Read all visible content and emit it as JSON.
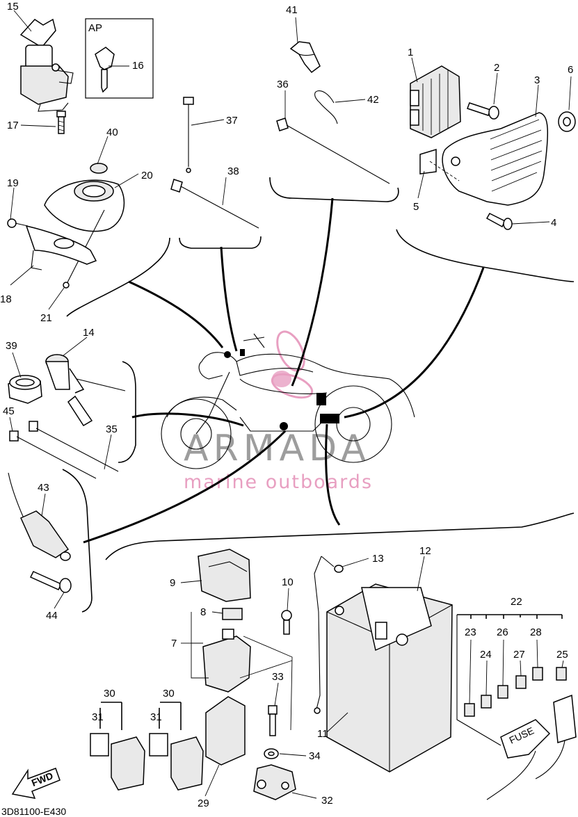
{
  "diagram_code": "3D81100-E430",
  "ap_label": "AP",
  "fwd_label": "FWD",
  "fuse_label": "FUSE",
  "watermark": {
    "brand": "ARMADA",
    "tagline": "marine outboards",
    "brand_color": "#8c8c8c",
    "logo_color": "#e48fb7"
  },
  "callouts": {
    "p1": "1",
    "p2": "2",
    "p3": "3",
    "p4": "4",
    "p5": "5",
    "p6": "6",
    "p7": "7",
    "p8": "8",
    "p9": "9",
    "p10": "10",
    "p11": "11",
    "p12": "12",
    "p13": "13",
    "p14": "14",
    "p15": "15",
    "p16": "16",
    "p17": "17",
    "p18": "18",
    "p19": "19",
    "p20": "20",
    "p21": "21",
    "p22": "22",
    "p23": "23",
    "p24": "24",
    "p25": "25",
    "p26": "26",
    "p27": "27",
    "p28": "28",
    "p29": "29",
    "p30a": "30",
    "p30b": "30",
    "p31a": "31",
    "p31b": "31",
    "p32": "32",
    "p33": "33",
    "p34": "34",
    "p35": "35",
    "p36": "36",
    "p37": "37",
    "p38": "38",
    "p39": "39",
    "p40": "40",
    "p41": "41",
    "p42": "42",
    "p43": "43",
    "p44": "44",
    "p45": "45"
  }
}
